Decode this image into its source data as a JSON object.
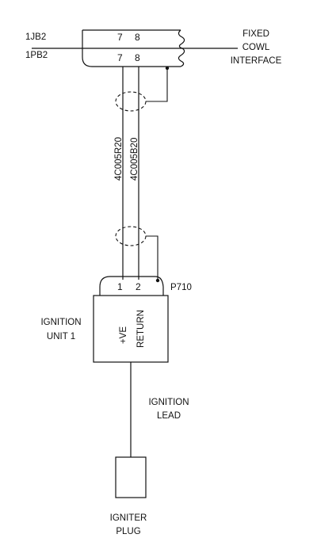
{
  "connectors": {
    "upper": {
      "id": "1JB2",
      "pin1": "7",
      "pin2": "8"
    },
    "lower": {
      "id": "1PB2",
      "pin1": "7",
      "pin2": "8"
    },
    "interface": {
      "line1": "FIXED",
      "line2": "COWL",
      "line3": "INTERFACE"
    },
    "unit_plug": {
      "id": "P710",
      "pin1": "1",
      "pin2": "2"
    }
  },
  "wires": {
    "left": "4C005R20",
    "right": "4C005B20"
  },
  "ignition_unit": {
    "label_line1": "IGNITION",
    "label_line2": "UNIT 1",
    "terminal_pos": "+VE",
    "terminal_ret": "RETURN"
  },
  "lead": {
    "line1": "IGNITION",
    "line2": "LEAD"
  },
  "igniter": {
    "line1": "IGNITER",
    "line2": "PLUG"
  }
}
